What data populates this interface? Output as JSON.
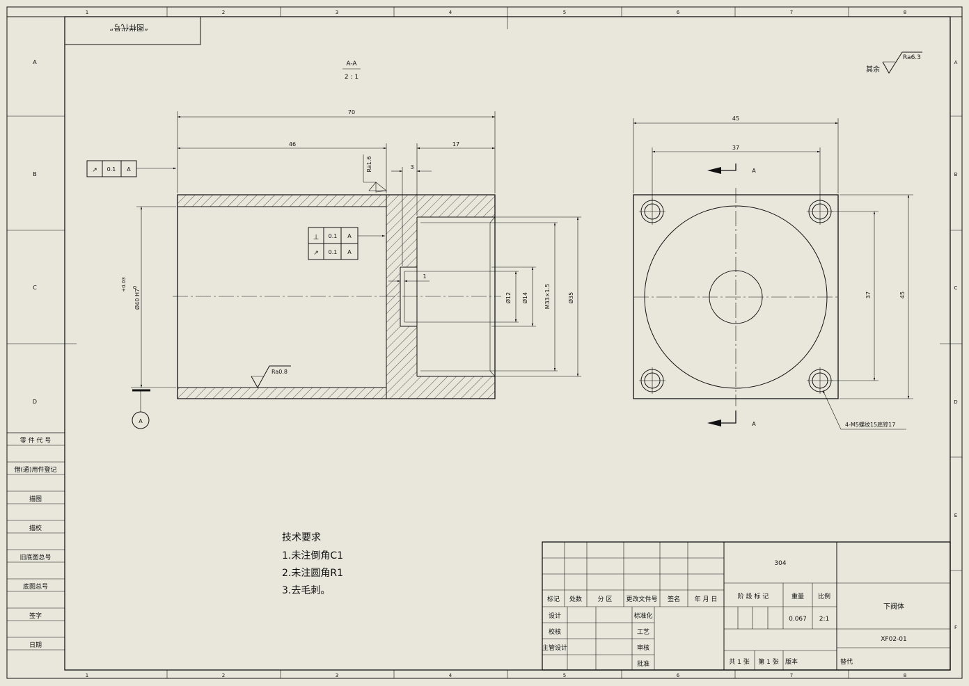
{
  "grid": {
    "columns": [
      "1",
      "2",
      "3",
      "4",
      "5",
      "6",
      "7",
      "8"
    ],
    "rows_left": [
      "A",
      "B",
      "C",
      "D"
    ],
    "rows_right": [
      "A",
      "B",
      "C",
      "D",
      "E",
      "F"
    ]
  },
  "drawing_code_box": "“图样代号”",
  "section": {
    "label": "A-A",
    "scale": "2 : 1"
  },
  "roughness_note": {
    "prefix": "其余",
    "value": "Ra6.3"
  },
  "section_view": {
    "dim_total": "70",
    "dim_left": "46",
    "dim_right": "17",
    "dim_step": "3",
    "dim_small": "1",
    "dia_bore": "Ø40 H7",
    "dia_bore_tol_upper": "+0.03",
    "dia_bore_tol_lower": "0",
    "dia_12": "Ø12",
    "dia_14": "Ø14",
    "thread": "M33×1.5",
    "dia_35": "Ø35",
    "ra_face": "Ra1.6",
    "ra_bore": "Ra0.8",
    "datum": "A",
    "fcf_runout": {
      "symbol": "↗",
      "value": "0.1",
      "datum": "A"
    },
    "fcf_perp": {
      "symbol": "⊥",
      "value": "0.1",
      "datum": "A"
    },
    "fcf_runout2": {
      "symbol": "↗",
      "value": "0.1",
      "datum": "A"
    }
  },
  "end_view": {
    "dim_width": "45",
    "dim_hole_spacing": "37",
    "dim_height_inner": "37",
    "dim_height": "45",
    "section_mark_top": "A",
    "section_mark_bottom": "A",
    "hole_note": "4-M5螺纹15底猔17"
  },
  "tech_requirements": {
    "title": "技术要求",
    "items": [
      "1.未注倒角C1",
      "2.未注圆角R1",
      "3.去毛刺。"
    ]
  },
  "side_labels": [
    "零 件 代 号",
    "借(通)用件登记",
    "描图",
    "描校",
    "旧底图总号",
    "底图总号",
    "签字",
    "日期"
  ],
  "title_block": {
    "material": "304",
    "header": [
      "标记",
      "处数",
      "分 区",
      "更改文件号",
      "签名",
      "年 月 日"
    ],
    "design": "设计",
    "check": "校核",
    "chief": "主管设计",
    "standard": "标准化",
    "process": "工艺",
    "review": "审核",
    "approve": "批准",
    "stage_mark": "阶 段 标 记",
    "weight_label": "重量",
    "scale_label": "比例",
    "weight": "0.067",
    "scale": "2:1",
    "part_name": "下阀体",
    "drawing_no": "XF02-01",
    "sheets": "共 1 张",
    "sheet_no": "第 1 张",
    "version": "版本",
    "replace": "替代"
  }
}
